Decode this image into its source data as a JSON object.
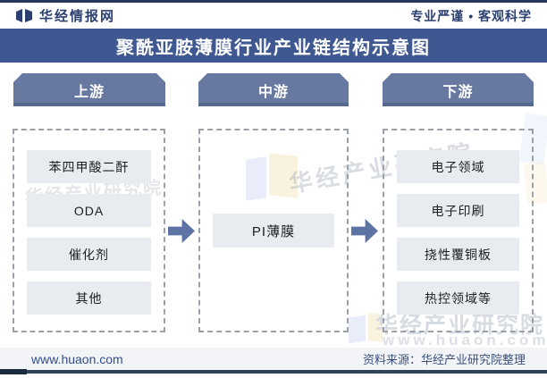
{
  "brand_bar": {
    "brand": "华经情报网",
    "slogan": "专业严谨 • 客观科学"
  },
  "title_bar": {
    "title": "聚酰亚胺薄膜行业产业链结构示意图"
  },
  "chain": {
    "columns": [
      {
        "header": "上游",
        "items": [
          "苯四甲酸二酐",
          "ODA",
          "催化剂",
          "其他"
        ]
      },
      {
        "header": "中游",
        "items": [
          "PI薄膜"
        ]
      },
      {
        "header": "下游",
        "items": [
          "电子领域",
          "电子印刷",
          "挠性覆铜板",
          "热控领域等"
        ]
      }
    ]
  },
  "watermarks": {
    "agency": "华经产业研究院",
    "url": "www.huaon.com"
  },
  "footer": {
    "site": "www.huaon.com",
    "source": "资料来源：华经产业研究院整理"
  },
  "colors": {
    "title_bar": "#3f5891",
    "column_header": "#6779a1",
    "column_header_shade": "#55688f",
    "arrow": "#5c73a3",
    "item_bg": "#e8ebef",
    "footer_bg": "#f2f4f8",
    "navy_text": "#2b4070",
    "bottom_line": "#32415a"
  }
}
